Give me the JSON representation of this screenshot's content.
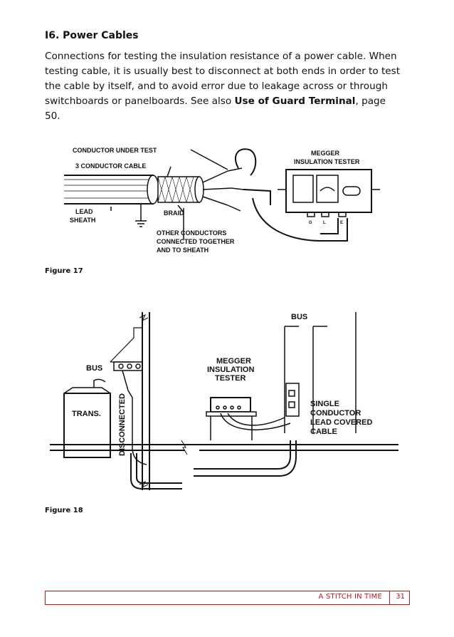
{
  "heading": "I6. Power Cables",
  "paragraph": {
    "text_before": "Connections for testing the insulation resistance of a power cable. When testing cable, it is usually best to disconnect at both ends in order to test the cable by itself, and to avoid error due to leakage across or through switchboards or panelboards. See also ",
    "bold_text": "Use of Guard Terminal",
    "text_after": ", page 50."
  },
  "figure17": {
    "caption": "Figure 17",
    "labels": {
      "conductor_under_test": "CONDUCTOR UNDER TEST",
      "three_conductor_cable": "3 CONDUCTOR CABLE",
      "lead": "LEAD",
      "sheath": "SHEATH",
      "braid": "BRAID",
      "other1": "OTHER CONDUCTORS",
      "other2": "CONNECTED TOGETHER",
      "other3": "AND TO SHEATH",
      "megger1": "MEGGER",
      "megger2": "INSULATION TESTER",
      "term_g": "G",
      "term_l": "L",
      "term_e": "E"
    }
  },
  "figure18": {
    "caption": "Figure 18",
    "labels": {
      "bus_left": "BUS",
      "bus_right": "BUS",
      "trans": "TRANS.",
      "disconnected": "DISCONNECTED",
      "megger1": "MEGGER",
      "megger2": "INSULATION",
      "megger3": "TESTER",
      "single1": "SINGLE",
      "single2": "CONDUCTOR",
      "single3": "LEAD COVERED",
      "single4": "CABLE"
    }
  },
  "footer": {
    "label": "A STITCH IN TIME",
    "page_number": "31"
  }
}
